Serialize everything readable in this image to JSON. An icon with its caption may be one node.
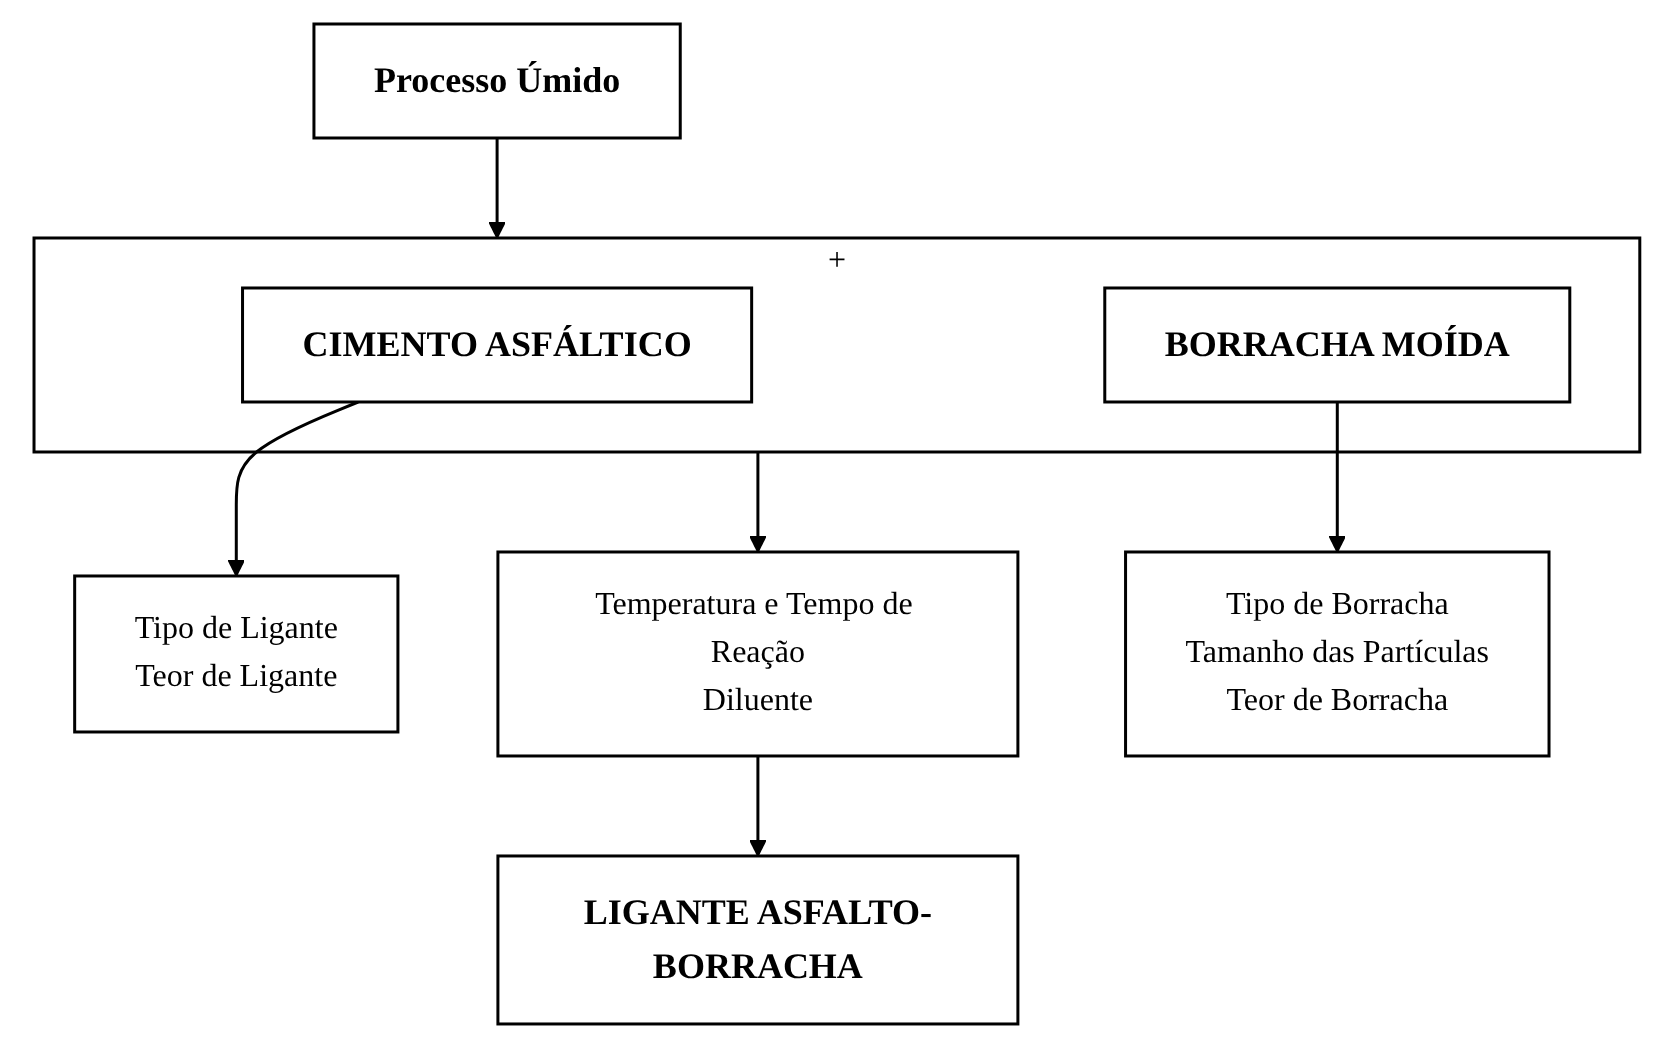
{
  "diagram": {
    "nodes": [
      {
        "text": [
          "Processo Úmido"
        ]
      },
      {
        "text": [
          "+"
        ]
      },
      {
        "text": [
          "CIMENTO ASFÁLTICO"
        ],
        "in": 1
      },
      {
        "text": [
          "BORRACHA MOÍDA"
        ],
        "in": 1
      },
      {
        "text": [
          "Tipo de Ligante",
          "Teor de Ligante"
        ]
      },
      {
        "text": [
          "Tipo de Borracha",
          "Tamanho das Partículas",
          "Teor de Borracha"
        ]
      },
      {
        "text": [
          "Temperatura e Tempo de Reação",
          "Diluente"
        ]
      },
      {
        "text": [
          "LIGANTE ASFALTO-BORRACHA"
        ]
      }
    ],
    "edges": [
      {
        "from": 0,
        "to": 1,
        "arrow": "to"
      },
      {
        "from": 2,
        "to": 4,
        "arrow": "to"
      },
      {
        "from": 3,
        "to": 5,
        "arrow": "to"
      },
      {
        "from": 1,
        "to": 6,
        "arrow": "to"
      },
      {
        "from": 6,
        "to": 7,
        "arrow": "to"
      }
    ]
  }
}
